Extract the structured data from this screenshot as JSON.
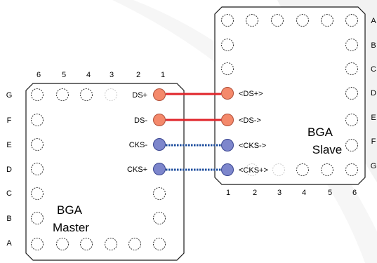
{
  "master": {
    "title_line1": "BGA",
    "title_line2": "Master",
    "columns": [
      "6",
      "5",
      "4",
      "3",
      "2",
      "1"
    ],
    "rows": [
      "G",
      "F",
      "E",
      "D",
      "C",
      "B",
      "A"
    ],
    "pins": {
      "ds_plus": "DS+",
      "ds_minus": "DS-",
      "cks_minus": "CKS-",
      "cks_plus": "CKS+"
    }
  },
  "slave": {
    "title_line1": "BGA",
    "title_line2": "Slave",
    "columns": [
      "1",
      "2",
      "3",
      "4",
      "5",
      "6"
    ],
    "rows": [
      "A",
      "B",
      "C",
      "D",
      "E",
      "F",
      "G"
    ],
    "pins": {
      "ds_plus": "<DS+>",
      "ds_minus": "<DS->",
      "cks_minus": "<CKS->",
      "cks_plus": "<CKS+>"
    }
  },
  "colors": {
    "data_pin": "#f4896b",
    "clock_pin": "#7d86cc",
    "data_line": "#e0242a",
    "clock_line": "#1e4e9e",
    "background_arc": "#f2f2f2"
  }
}
